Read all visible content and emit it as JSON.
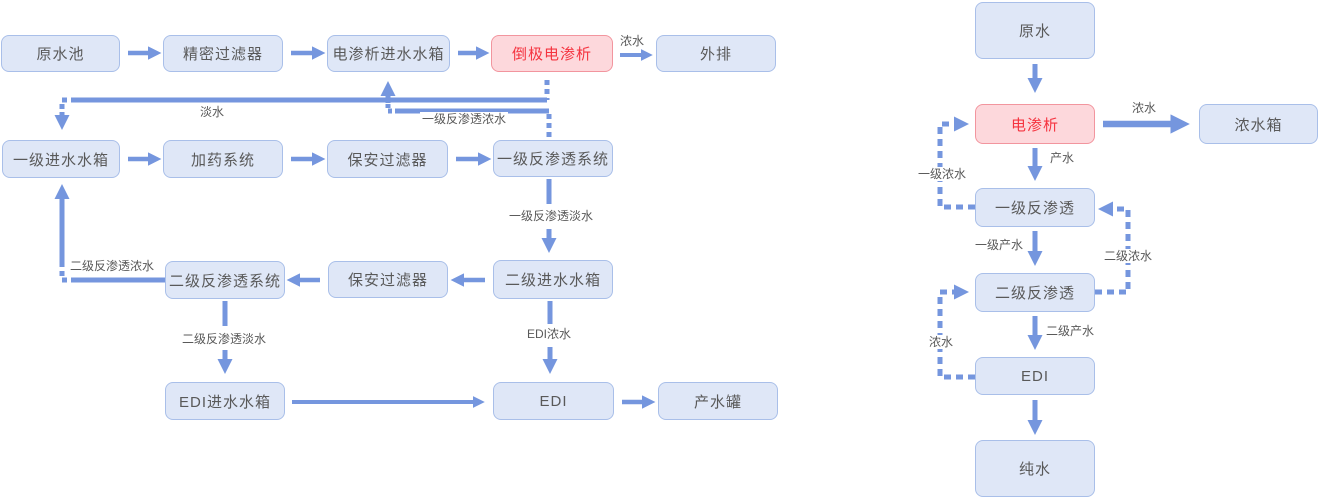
{
  "colors": {
    "node_fill": "#dfe7f7",
    "node_border": "#a9bfe9",
    "node_text": "#595959",
    "highlight_fill": "#fdd8dc",
    "highlight_border": "#f2959e",
    "highlight_text": "#f5333f",
    "connector": "#7596de",
    "label_text": "#595959"
  },
  "left_diagram": {
    "nodes": {
      "raw_water_pool": "原水池",
      "precision_filter": "精密过滤器",
      "ed_feed_tank": "电渗析进水水箱",
      "edr": "倒极电渗析",
      "discharge": "外排",
      "stage1_feed_tank": "一级进水水箱",
      "dosing_system": "加药系统",
      "security_filter_1": "保安过滤器",
      "stage1_ro": "一级反渗透系统",
      "stage2_ro": "二级反渗透系统",
      "security_filter_2": "保安过滤器",
      "stage2_feed_tank": "二级进水水箱",
      "edi_feed_tank": "EDI进水水箱",
      "edi": "EDI",
      "product_tank": "产水罐"
    },
    "labels": {
      "concentrate": "浓水",
      "fresh_water": "淡水",
      "stage1_ro_concentrate": "一级反渗透浓水",
      "stage1_ro_permeate": "一级反渗透淡水",
      "stage2_ro_concentrate": "二级反渗透浓水",
      "stage2_ro_permeate": "二级反渗透淡水",
      "edi_concentrate": "EDI浓水"
    }
  },
  "right_diagram": {
    "nodes": {
      "raw_water": "原水",
      "electrodialysis": "电渗析",
      "concentrate_tank": "浓水箱",
      "stage1_ro": "一级反渗透",
      "stage2_ro": "二级反渗透",
      "edi": "EDI",
      "pure_water": "纯水"
    },
    "labels": {
      "concentrate": "浓水",
      "product_water": "产水",
      "stage1_concentrate": "一级浓水",
      "stage1_product": "一级产水",
      "stage2_concentrate": "二级浓水",
      "stage2_product": "二级产水",
      "edi_concentrate": "浓水"
    }
  }
}
